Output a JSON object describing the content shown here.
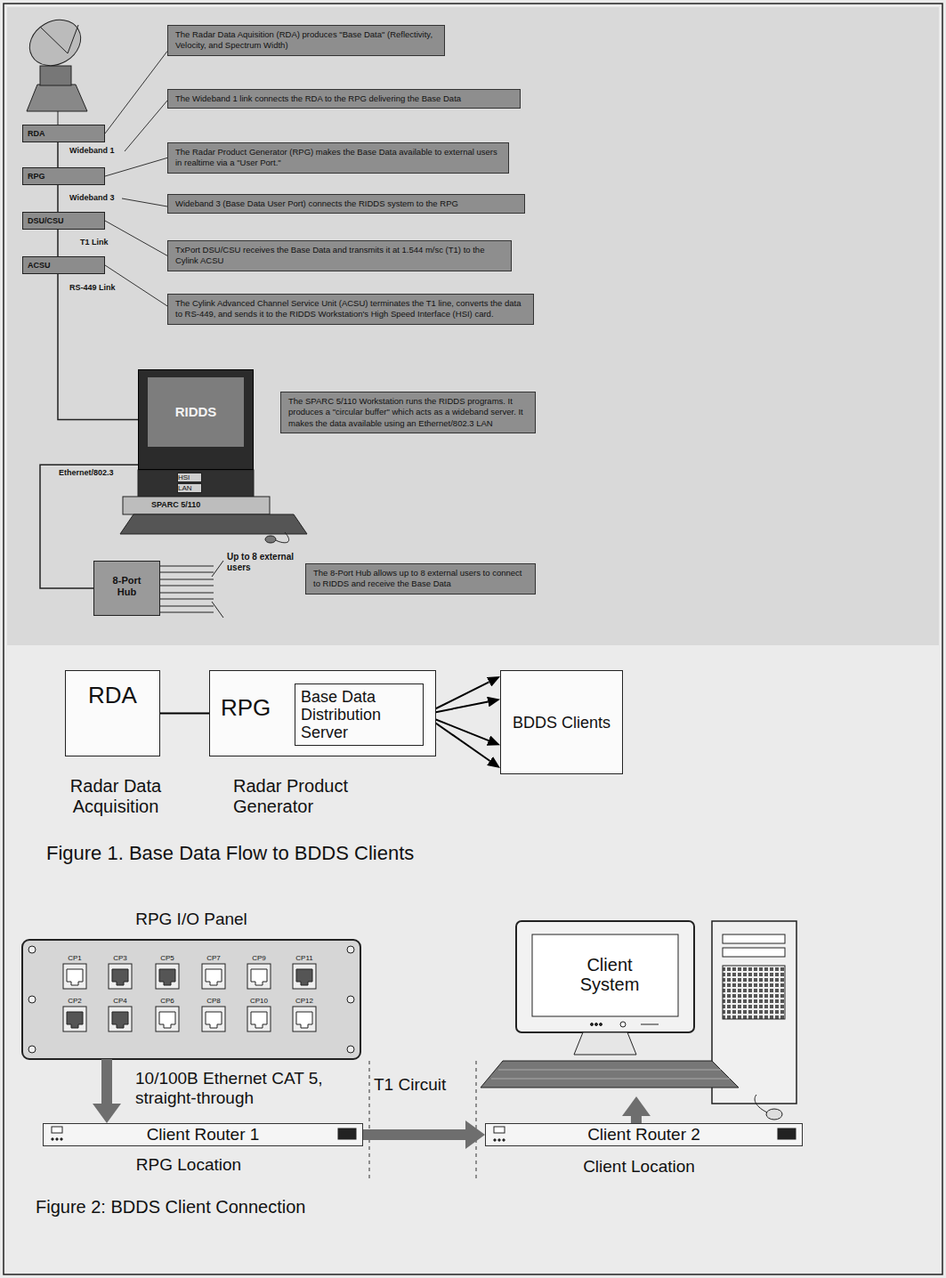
{
  "diagram": {
    "nodes": [
      {
        "text": [
          "RDA"
        ]
      },
      {
        "text": [
          "The Radar Data Aquisition (RDA) produces \"Base Data\" (Reflectivity, Velocity, and Spectrum Width)"
        ]
      },
      {
        "text": [
          "The Wideband 1 link connects the RDA to the RPG delivering the Base Data"
        ]
      },
      {
        "text": [
          "RPG"
        ]
      },
      {
        "text": [
          "The Radar Product Generator (RPG) makes the Base Data available to external users in realtime via a \"User Port.\""
        ]
      },
      {
        "text": [
          "Wideband 3 (Base Data User Port) connects the RIDDS system to the RPG"
        ]
      },
      {
        "text": [
          "DSU/CSU"
        ]
      },
      {
        "text": [
          "TxPort DSU/CSU receives the Base Data and transmits it at 1.544 m/sc (T1) to the Cylink ACSU"
        ]
      },
      {
        "text": [
          "ACSU"
        ]
      },
      {
        "text": [
          "The Cylink Advanced Channel Service Unit (ACSU) terminates the T1 line, converts the data to RS-449, and sends it to the RIDDS Workstation's High Speed Interface (HSI) card."
        ]
      },
      {
        "text": [
          "RIDDS"
        ]
      },
      {
        "text": [
          "The SPARC 5/110 Workstation runs the RIDDS programs. It produces a \"circular buffer\" which acts as a wideband server. It makes the data available using an Ethernet/802.3 LAN"
        ]
      },
      {
        "text": [
          "8-Port Hub"
        ]
      },
      {
        "text": [
          "The 8-Port Hub allows up to 8 external users to connect to RIDDS and receive the Base Data"
        ]
      },
      {
        "text": [
          "RDA"
        ]
      },
      {
        "text": [
          "RPG"
        ]
      },
      {
        "text": [
          "Base Data Distribution Server"
        ],
        "in": 15
      },
      {
        "text": [
          "BDDS Clients"
        ]
      },
      {
        "text": [
          "RPG I/O Panel"
        ]
      },
      {
        "text": [
          "Client Router 1"
        ]
      },
      {
        "text": [
          "Client Router 2"
        ]
      },
      {
        "text": [
          "Client System"
        ]
      }
    ],
    "edges": [
      {
        "from": 0,
        "to": 3,
        "arrow": "none",
        "label": "Wideband 1"
      },
      {
        "from": 3,
        "to": 6,
        "arrow": "none",
        "label": "Wideband 3"
      },
      {
        "from": 6,
        "to": 8,
        "arrow": "none",
        "label": "T1 Link"
      },
      {
        "from": 8,
        "to": 10,
        "arrow": "none",
        "label": "RS-449 Link"
      },
      {
        "from": 10,
        "to": 12,
        "arrow": "none",
        "label": "Ethernet/802.3"
      },
      {
        "from": 0,
        "to": 1,
        "arrow": "none"
      },
      {
        "from": 3,
        "to": 4,
        "arrow": "none"
      },
      {
        "from": 6,
        "to": 7,
        "arrow": "none"
      },
      {
        "from": 8,
        "to": 9,
        "arrow": "none"
      },
      {
        "from": 14,
        "to": 15,
        "arrow": "none"
      },
      {
        "from": 16,
        "to": 17,
        "arrow": "to"
      },
      {
        "from": 16,
        "to": 17,
        "arrow": "to"
      },
      {
        "from": 16,
        "to": 17,
        "arrow": "to"
      },
      {
        "from": 16,
        "to": 17,
        "arrow": "to"
      },
      {
        "from": 18,
        "to": 19,
        "arrow": "to",
        "label": "10/100B Ethernet CAT 5, straight-through"
      },
      {
        "from": 19,
        "to": 20,
        "arrow": "to",
        "label": "T1 Circuit"
      },
      {
        "from": 20,
        "to": 21,
        "arrow": "to"
      }
    ],
    "labels": [
      "Up to 8 external users",
      "HSI",
      "LAN",
      "SPARC 5/110",
      "Radar Data Acquisition",
      "Radar Product Generator",
      "Figure 1. Base Data Flow to BDDS Clients",
      "CP1",
      "CP3",
      "CP5",
      "CP7",
      "CP9",
      "CP11",
      "CP2",
      "CP4",
      "CP6",
      "CP8",
      "CP10",
      "CP12",
      "RPG Location",
      "Client Location",
      "Figure 2: BDDS Client Connection"
    ]
  }
}
